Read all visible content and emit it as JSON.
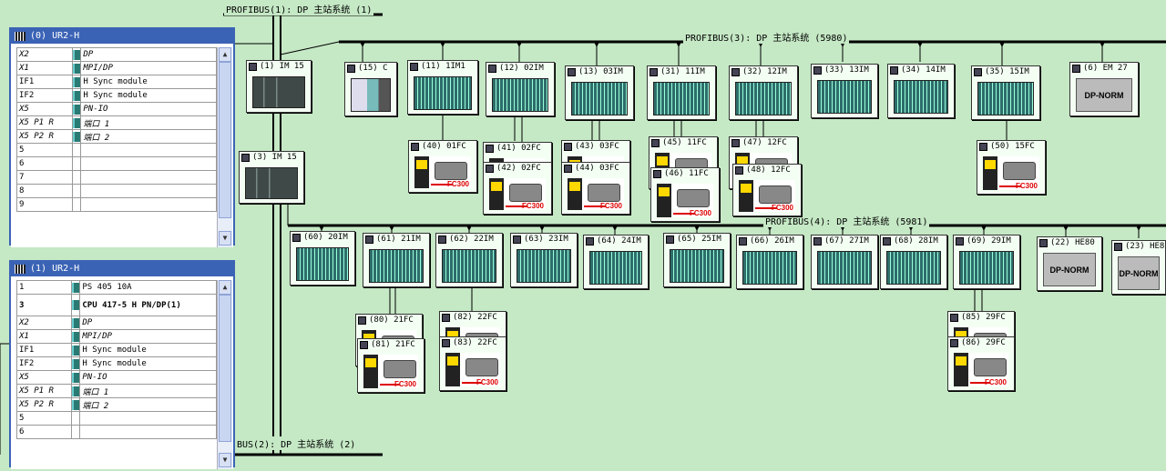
{
  "colors": {
    "background": "#c5e8c5",
    "rack_title": "#3b63b5",
    "bus": "#000000"
  },
  "buses": {
    "profibus1": "PROFIBUS(1): DP 主站系统 (1)",
    "profibus2": "BUS(2): DP 主站系统 (2)",
    "profibus3": "PROFIBUS(3): DP 主站系统 (5980)",
    "profibus4": "PROFIBUS(4): DP 主站系统 (5981)"
  },
  "rack0": {
    "title": "(0) UR2-H",
    "rows": [
      {
        "slot": "X2",
        "module": "DP",
        "italic": true
      },
      {
        "slot": "X1",
        "module": "MPI/DP",
        "italic": true
      },
      {
        "slot": "IF1",
        "module": "H Sync module",
        "italic": false
      },
      {
        "slot": "IF2",
        "module": "H Sync module",
        "italic": false
      },
      {
        "slot": "X5",
        "module": "PN-IO",
        "italic": true
      },
      {
        "slot": "X5 P1 R",
        "module": "端口 1",
        "italic": true
      },
      {
        "slot": "X5 P2 R",
        "module": "端口 2",
        "italic": true
      },
      {
        "slot": "5",
        "module": "",
        "italic": false
      },
      {
        "slot": "6",
        "module": "",
        "italic": false
      },
      {
        "slot": "7",
        "module": "",
        "italic": false
      },
      {
        "slot": "8",
        "module": "",
        "italic": false
      },
      {
        "slot": "9",
        "module": "",
        "italic": false
      }
    ]
  },
  "rack1": {
    "title": "(1) UR2-H",
    "rows": [
      {
        "slot": "1",
        "module": "PS 405 10A",
        "italic": false
      },
      {
        "slot": "3",
        "module": "CPU 417-5 H PN/DP(1)",
        "italic": false,
        "bold": true
      },
      {
        "slot": "X2",
        "module": "DP",
        "italic": true
      },
      {
        "slot": "X1",
        "module": "MPI/DP",
        "italic": true
      },
      {
        "slot": "IF1",
        "module": "H Sync module",
        "italic": false
      },
      {
        "slot": "IF2",
        "module": "H Sync module",
        "italic": false
      },
      {
        "slot": "X5",
        "module": "PN-IO",
        "italic": true
      },
      {
        "slot": "X5 P1 R",
        "module": "端口 1",
        "italic": true
      },
      {
        "slot": "X5 P2 R",
        "module": "端口 2",
        "italic": true
      },
      {
        "slot": "5",
        "module": "",
        "italic": false
      },
      {
        "slot": "6",
        "module": "",
        "italic": false
      }
    ]
  },
  "nodes": [
    {
      "label": "(1) IM 15",
      "type": "im"
    },
    {
      "label": "(3) IM 15",
      "type": "im"
    },
    {
      "label": "(15) C",
      "type": "ps"
    },
    {
      "label": "(11) 1IM1",
      "type": "et"
    },
    {
      "label": "(12) 02IM",
      "type": "et"
    },
    {
      "label": "(13) 03IM",
      "type": "et"
    },
    {
      "label": "(31) 11IM",
      "type": "et"
    },
    {
      "label": "(32) 12IM",
      "type": "et"
    },
    {
      "label": "(33) 13IM",
      "type": "et"
    },
    {
      "label": "(34) 14IM",
      "type": "et"
    },
    {
      "label": "(35) 15IM",
      "type": "et"
    },
    {
      "label": "(6) EM 27",
      "type": "dp",
      "text": "DP-NORM"
    },
    {
      "label": "(40) 01FC",
      "type": "fc"
    },
    {
      "label": "(41) 02FC",
      "type": "fc"
    },
    {
      "label": "(42) 02FC",
      "type": "fc"
    },
    {
      "label": "(43) 03FC",
      "type": "fc"
    },
    {
      "label": "(44) 03FC",
      "type": "fc"
    },
    {
      "label": "(45) 11FC",
      "type": "fc"
    },
    {
      "label": "(46) 11FC",
      "type": "fc"
    },
    {
      "label": "(47) 12FC",
      "type": "fc"
    },
    {
      "label": "(48) 12FC",
      "type": "fc"
    },
    {
      "label": "(50) 15FC",
      "type": "fc"
    },
    {
      "label": "(60) 20IM",
      "type": "et"
    },
    {
      "label": "(61) 21IM",
      "type": "et"
    },
    {
      "label": "(62) 22IM",
      "type": "et"
    },
    {
      "label": "(63) 23IM",
      "type": "et"
    },
    {
      "label": "(64) 24IM",
      "type": "et"
    },
    {
      "label": "(65) 25IM",
      "type": "et"
    },
    {
      "label": "(66) 26IM",
      "type": "et"
    },
    {
      "label": "(67) 27IM",
      "type": "et"
    },
    {
      "label": "(68) 28IM",
      "type": "et"
    },
    {
      "label": "(69) 29IM",
      "type": "et"
    },
    {
      "label": "(22) HE80",
      "type": "dp",
      "text": "DP-NORM"
    },
    {
      "label": "(23) HE8",
      "type": "dp",
      "text": "DP-NORM"
    },
    {
      "label": "(80) 21FC",
      "type": "fc"
    },
    {
      "label": "(81) 21FC",
      "type": "fc"
    },
    {
      "label": "(82) 22FC",
      "type": "fc"
    },
    {
      "label": "(83) 22FC",
      "type": "fc"
    },
    {
      "label": "(85) 29FC",
      "type": "fc"
    },
    {
      "label": "(86) 29FC",
      "type": "fc"
    }
  ],
  "fc_brand": "FC300"
}
